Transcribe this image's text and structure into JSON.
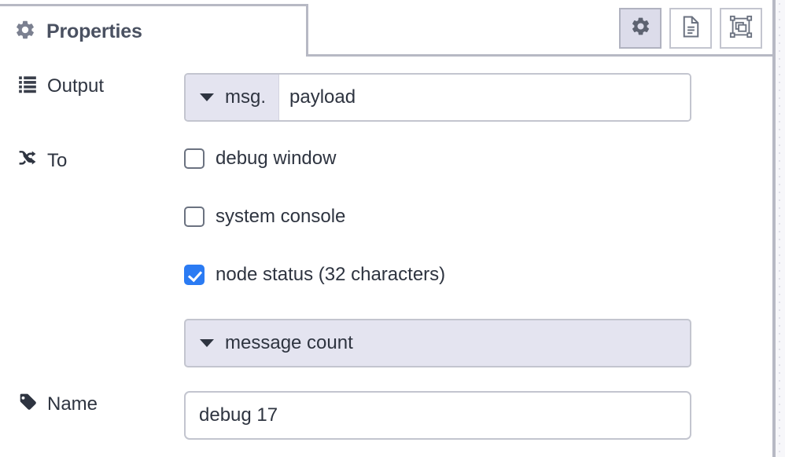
{
  "panel": {
    "tab": {
      "icon": "gear-icon",
      "label": "Properties"
    },
    "icon_buttons": [
      {
        "name": "properties-tab-button",
        "icon": "gear-icon",
        "active": true
      },
      {
        "name": "description-tab-button",
        "icon": "document-icon",
        "active": false
      },
      {
        "name": "appearance-tab-button",
        "icon": "appearance-icon",
        "active": false
      }
    ]
  },
  "form": {
    "output": {
      "icon": "list-icon",
      "label": "Output",
      "type_label": "msg.",
      "value": "payload"
    },
    "to": {
      "icon": "shuffle-icon",
      "label": "To",
      "options": [
        {
          "label": "debug window",
          "checked": false
        },
        {
          "label": "system console",
          "checked": false
        },
        {
          "label": "node status (32 characters)",
          "checked": true
        }
      ],
      "status_type": "message count"
    },
    "name": {
      "icon": "tag-icon",
      "label": "Name",
      "value": "debug 17"
    }
  },
  "colors": {
    "accent_checked": "#2b7bf3",
    "field_tint": "#e4e4f0",
    "border": "#c3c5cf",
    "tab_text": "#4a5161",
    "text": "#2e3440"
  }
}
